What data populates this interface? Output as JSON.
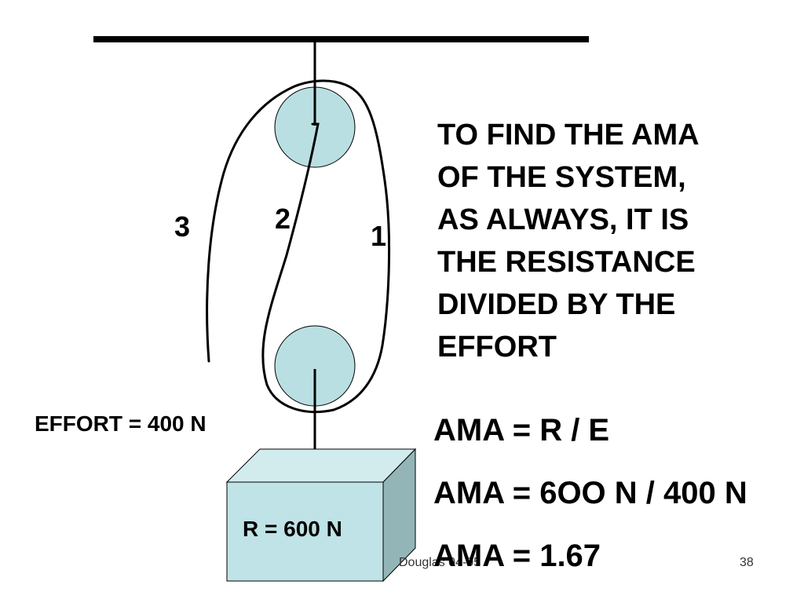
{
  "diagram": {
    "rope_numbers": [
      "3",
      "2",
      "1"
    ],
    "effort_label": "EFFORT = 400 N",
    "resistance_label": "R = 600 N",
    "colors": {
      "pulley_fill": "#b9dfe2",
      "box_front": "#bfe3e6",
      "box_top": "#d2ecee",
      "box_side": "#94b5b7",
      "line": "#000000"
    }
  },
  "explanation": "TO FIND THE AMA\nOF THE SYSTEM,\nAS ALWAYS, IT IS\nTHE RESISTANCE\nDIVIDED BY THE\nEFFORT",
  "formulas": [
    "AMA = R / E",
    "AMA = 6OO N / 400 N",
    "AMA = 1.67"
  ],
  "footer": {
    "author": "Douglas  04-05",
    "slide_number": "38"
  }
}
